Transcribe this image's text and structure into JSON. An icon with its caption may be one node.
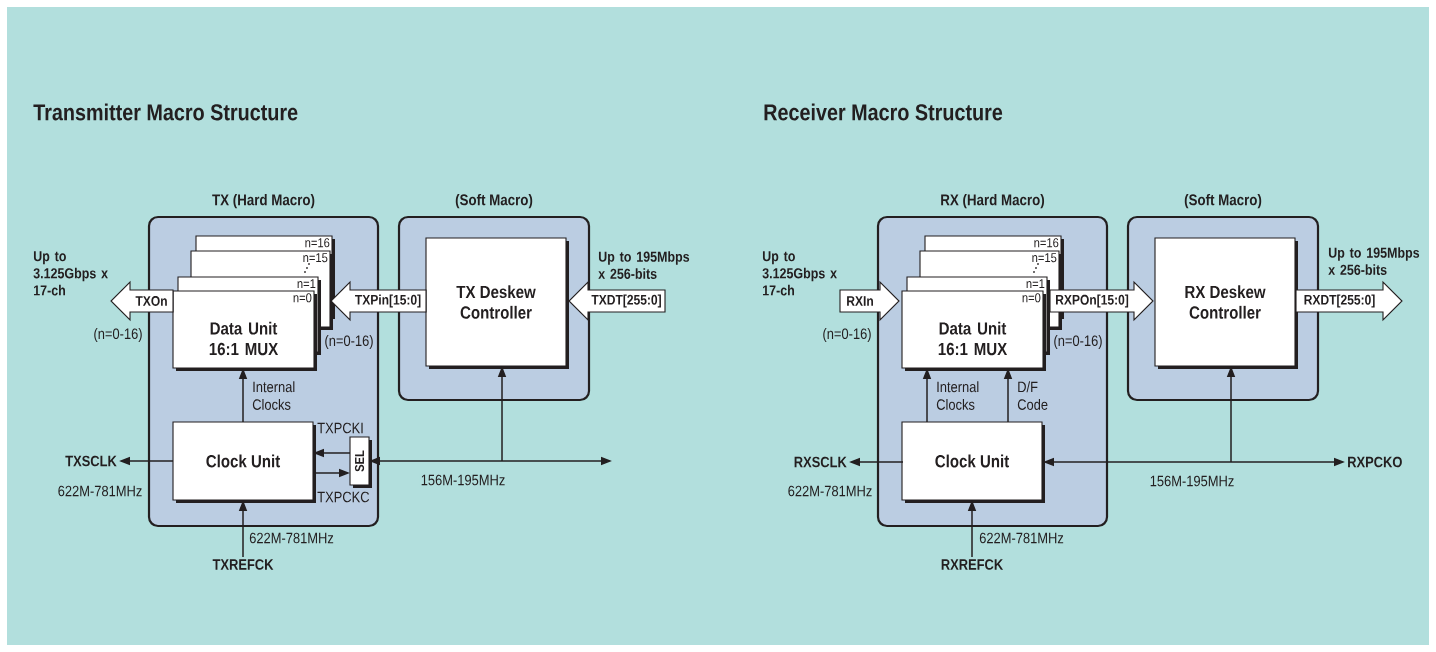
{
  "diagram": {
    "nodes": [
      {
        "text": [
          "TX (Hard Macro)"
        ]
      },
      {
        "text": [
          "n=16",
          "n=15",
          "n=1",
          "n=0",
          "Data Unit 16:1 MUX"
        ],
        "in": 0
      },
      {
        "text": [
          "Clock Unit"
        ],
        "in": 0
      },
      {
        "text": [
          "SEL"
        ],
        "in": 0
      },
      {
        "text": [
          "(Soft Macro)"
        ]
      },
      {
        "text": [
          "TX Deskew Controller"
        ],
        "in": 4
      },
      {
        "text": [
          "TXSCLK"
        ]
      },
      {
        "text": [
          "TXREFCK"
        ]
      },
      {
        "text": [
          "RX (Hard Macro)"
        ]
      },
      {
        "text": [
          "n=16",
          "n=15",
          "n=1",
          "n=0",
          "Data Unit 16:1 MUX"
        ],
        "in": 8
      },
      {
        "text": [
          "Clock Unit"
        ],
        "in": 8
      },
      {
        "text": [
          "(Soft Macro)"
        ]
      },
      {
        "text": [
          "RX Deskew Controller"
        ],
        "in": 11
      },
      {
        "text": [
          "RXSCLK"
        ]
      },
      {
        "text": [
          "RXREFCK"
        ]
      },
      {
        "text": [
          "RXPCKO"
        ]
      }
    ],
    "edges": [
      {
        "from": 1,
        "to": null,
        "arrow": "to",
        "label": "TXOn",
        "style": "thick"
      },
      {
        "from": 5,
        "to": 1,
        "arrow": "to",
        "label": "TXPin[15:0]",
        "style": "thick"
      },
      {
        "from": null,
        "to": 5,
        "arrow": "to",
        "label": "TXDT[255:0]",
        "style": "thick"
      },
      {
        "from": 2,
        "to": 1,
        "arrow": "to",
        "label": "Internal Clocks"
      },
      {
        "from": 2,
        "to": 6,
        "arrow": "to",
        "label": "622M-781MHz"
      },
      {
        "from": 7,
        "to": 2,
        "arrow": "to",
        "label": "622M-781MHz"
      },
      {
        "from": 3,
        "to": 2,
        "arrow": "to",
        "label": "TXPCKI"
      },
      {
        "from": 2,
        "to": 3,
        "arrow": "to",
        "label": "TXPCKC"
      },
      {
        "from": 3,
        "to": null,
        "arrow": "both",
        "label": "156M-195MHz"
      },
      {
        "from": null,
        "to": 5,
        "arrow": "to"
      },
      {
        "from": null,
        "to": 9,
        "arrow": "to",
        "label": "RXIn",
        "style": "thick"
      },
      {
        "from": 9,
        "to": 12,
        "arrow": "to",
        "label": "RXPOn[15:0]",
        "style": "thick"
      },
      {
        "from": 12,
        "to": null,
        "arrow": "to",
        "label": "RXDT[255:0]",
        "style": "thick"
      },
      {
        "from": 10,
        "to": 9,
        "arrow": "to",
        "label": "Internal Clocks"
      },
      {
        "from": 10,
        "to": 9,
        "arrow": "to",
        "label": "D/F Code"
      },
      {
        "from": 10,
        "to": 13,
        "arrow": "to",
        "label": "622M-781MHz"
      },
      {
        "from": 14,
        "to": 10,
        "arrow": "to",
        "label": "622M-781MHz"
      },
      {
        "from": 10,
        "to": 15,
        "arrow": "both",
        "label": "156M-195MHz"
      },
      {
        "from": null,
        "to": 12,
        "arrow": "to"
      }
    ],
    "labels": [
      "Transmitter Macro Structure",
      "Up to 3.125Gbps x 17-ch",
      "(n=0-16)",
      "(n=0-16)",
      "Up to 195Mbps x 256-bits",
      "Receiver Macro Structure",
      "Up to 3.125Gbps x 17-ch",
      "(n=0-16)",
      "(n=0-16)",
      "Up to 195Mbps x 256-bits"
    ]
  }
}
